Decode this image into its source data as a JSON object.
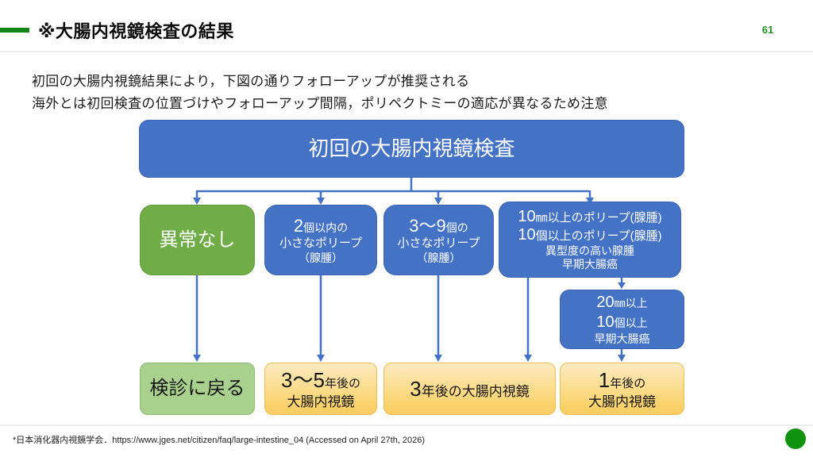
{
  "header": {
    "title": "※大腸内視鏡検査の結果",
    "page_number": "61"
  },
  "intro": {
    "line1": "初回の大腸内視鏡結果により，下図の通りフォローアップが推奨される",
    "line2": "海外とは初回検査の位置づけやフォローアップ間隔，ポリペクトミーの適応が異なるため注意"
  },
  "flowchart": {
    "root": {
      "label": "初回の大腸内視鏡検査"
    },
    "branch_normal": {
      "label": "異常なし"
    },
    "branch_small2": {
      "num": "2",
      "after_num": "個以内の",
      "line2": "小さなポリープ",
      "line3": "（腺腫）"
    },
    "branch_small39": {
      "num": "3～9",
      "after_num": "個の",
      "line2": "小さなポリープ",
      "line3": "（腺腫）"
    },
    "branch_large": {
      "row1_num": "10",
      "row1_text": "㎜以上のポリープ(腺腫)",
      "row2_num": "10",
      "row2_text": "個以上のポリープ(腺腫)",
      "row3": "異型度の高い腺腫",
      "row4": "早期大腸癌"
    },
    "sub_large": {
      "row1_num": "20",
      "row1_text": "㎜以上",
      "row2_num": "10",
      "row2_text": "個以上",
      "row3": "早期大腸癌"
    },
    "result_return": {
      "label": "検診に戻る"
    },
    "result_3_5y": {
      "num": "3～5",
      "after_num": "年後の",
      "line2": "大腸内視鏡"
    },
    "result_3y": {
      "num": "3",
      "after_num": "年後の大腸内視鏡"
    },
    "result_1y": {
      "num": "1",
      "after_num": "年後の",
      "line2": "大腸内視鏡"
    }
  },
  "footer": {
    "citation": "*日本消化器内視鏡学会．https://www.jges.net/citizen/faq/large-intestine_04 (Accessed on April 27th, 2026)"
  },
  "colors": {
    "box_blue": "#4472C4",
    "box_green": "#70AD47",
    "box_light_green": "#A9D18E",
    "box_yellow": "#FBD36E",
    "accent_green": "#148514",
    "page_number_green": "#1F9222",
    "connector_blue": "#4472C4"
  }
}
